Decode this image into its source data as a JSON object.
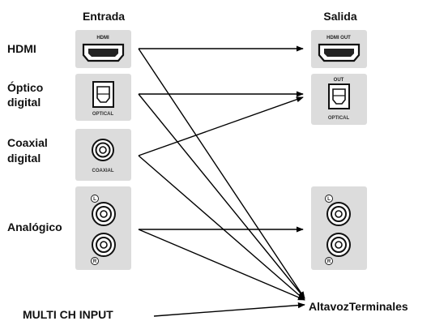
{
  "headers": {
    "input": "Entrada",
    "output": "Salida"
  },
  "inputs": {
    "hdmi": {
      "label": "HDMI",
      "jack_caption": "HDMI"
    },
    "optical": {
      "label_line1": "Óptico",
      "label_line2": "digital",
      "jack_caption": "OPTICAL"
    },
    "coaxial": {
      "label_line1": "Coaxial",
      "label_line2": "digital",
      "jack_caption": "COAXIAL"
    },
    "analog": {
      "label": "Analógico",
      "left_mark": "L",
      "right_mark": "R"
    },
    "multich": {
      "label": "MULTI CH INPUT"
    }
  },
  "outputs": {
    "hdmi_out": {
      "jack_caption": "HDMI OUT"
    },
    "optical_out": {
      "top_caption": "OUT",
      "jack_caption": "OPTICAL"
    },
    "analog_out": {
      "left_mark": "L",
      "right_mark": "R"
    },
    "speaker_terminals": {
      "label": "AltavozTerminales"
    }
  }
}
